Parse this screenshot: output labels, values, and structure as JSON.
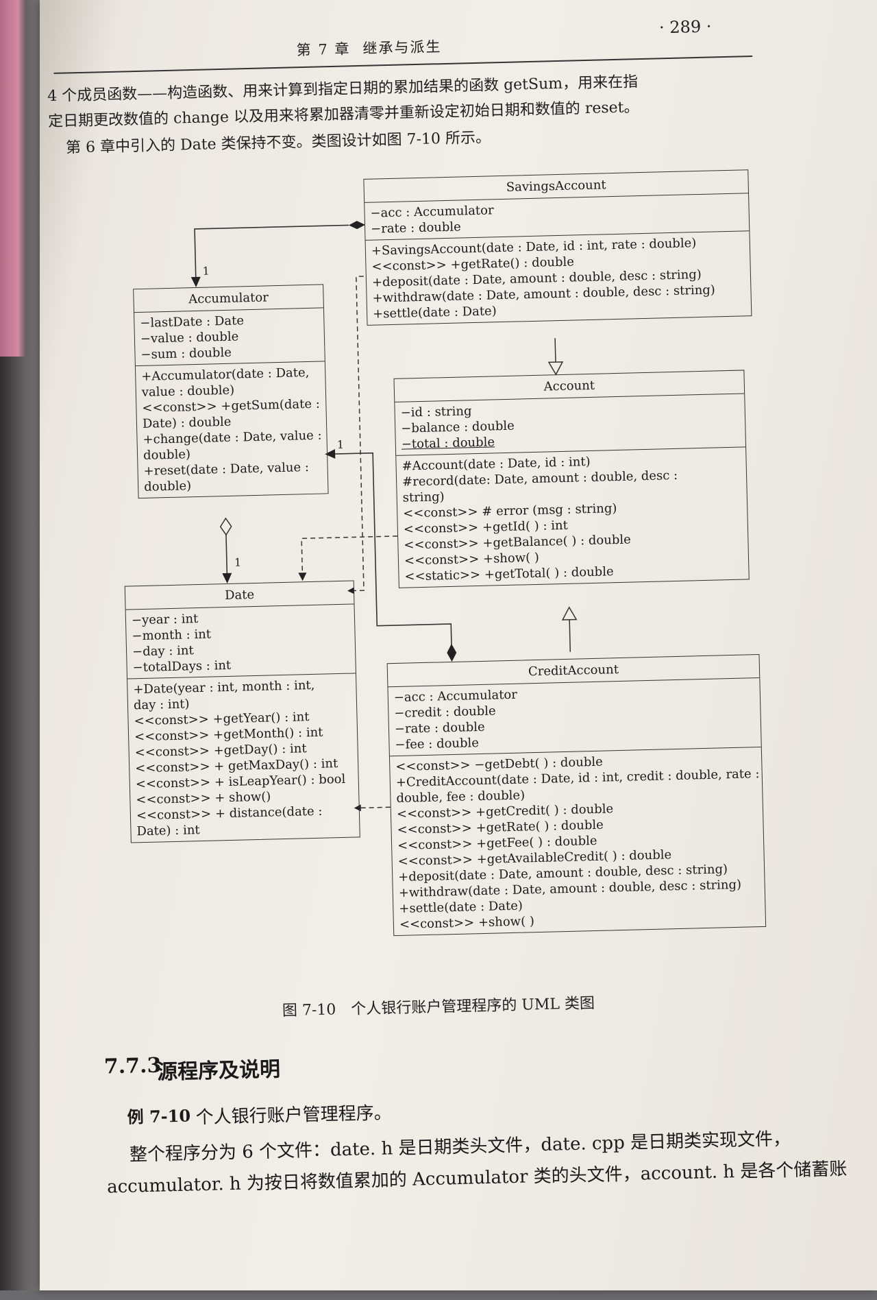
{
  "header": {
    "chapter_num": "第 7 章",
    "chapter_title": "继承与派生",
    "page_number": "· 289 ·"
  },
  "intro": {
    "line1": "4 个成员函数——构造函数、用来计算到指定日期的累加结果的函数 getSum，用来在指",
    "line2": "定日期更改数值的 change 以及用来将累加器清零并重新设定初始日期和数值的 reset。",
    "line3": "第 6 章中引入的 Date 类保持不变。类图设计如图 7-10 所示。"
  },
  "diagram": {
    "savings": {
      "name": "SavingsAccount",
      "attrs": [
        "−acc : Accumulator",
        "−rate : double"
      ],
      "methods": [
        "+SavingsAccount(date : Date, id : int, rate : double)",
        "<<const>> +getRate() : double",
        "+deposit(date : Date, amount : double, desc : string)",
        "+withdraw(date : Date, amount : double, desc : string)",
        "+settle(date : Date)"
      ]
    },
    "accumulator": {
      "name": "Accumulator",
      "attrs": [
        "−lastDate : Date",
        "−value : double",
        "−sum : double"
      ],
      "methods": [
        "+Accumulator(date : Date,",
        "value : double)",
        "<<const>> +getSum(date :",
        "Date) : double",
        "+change(date : Date, value :",
        "double)",
        "+reset(date : Date, value :",
        "double)"
      ]
    },
    "account": {
      "name": "Account",
      "attrs": [
        "−id : string",
        "−balance : double",
        "−total : double"
      ],
      "methods": [
        "#Account(date : Date, id : int)",
        "#record(date: Date, amount : double, desc :",
        "string)",
        "<<const>> # error (msg : string)",
        "<<const>> +getId( ) : int",
        "<<const>> +getBalance( ) : double",
        "<<const>> +show( )",
        "<<static>> +getTotal( ) : double"
      ]
    },
    "date": {
      "name": "Date",
      "attrs": [
        "−year : int",
        "−month : int",
        "−day : int",
        "−totalDays : int"
      ],
      "methods": [
        "+Date(year : int, month : int,",
        "day : int)",
        "<<const>> +getYear() : int",
        "<<const>> +getMonth() : int",
        "<<const>> +getDay() : int",
        "<<const>> + getMaxDay() : int",
        "<<const>> + isLeapYear() : bool",
        "<<const>> + show()",
        "<<const>> + distance(date :",
        "Date) : int"
      ]
    },
    "credit": {
      "name": "CreditAccount",
      "attrs": [
        "−acc : Accumulator",
        "−credit : double",
        "−rate : double",
        "−fee : double"
      ],
      "methods": [
        "<<const>> −getDebt( ) : double",
        "+CreditAccount(date : Date, id : int, credit : double, rate :",
        "double, fee : double)",
        "<<const>> +getCredit( ) : double",
        "<<const>> +getRate( ) : double",
        "<<const>> +getFee( ) : double",
        "<<const>> +getAvailableCredit( ) : double",
        "+deposit(date : Date, amount : double, desc : string)",
        "+withdraw(date : Date, amount : double, desc : string)",
        "+settle(date : Date)",
        "<<const>> +show( )"
      ]
    },
    "multiplicity_1a": "1",
    "multiplicity_1b": "1",
    "multiplicity_1c": "1"
  },
  "caption": "图 7-10　个人银行账户管理程序的 UML 类图",
  "section": {
    "number": "7.7.3",
    "title": "源程序及说明"
  },
  "example": {
    "label": "例 7-10",
    "text": "个人银行账户管理程序。"
  },
  "body": {
    "line1": "整个程序分为 6 个文件：date. h 是日期类头文件，date. cpp 是日期类实现文件，",
    "line2": "accumulator. h 为按日将数值累加的 Accumulator 类的头文件，account. h 是各个储蓄账"
  }
}
